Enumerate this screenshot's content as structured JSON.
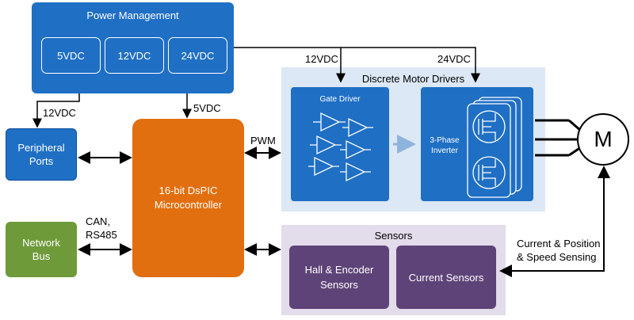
{
  "power": {
    "title": "Power Management",
    "rails": [
      "5VDC",
      "12VDC",
      "24VDC"
    ]
  },
  "peripheral": {
    "label": "Peripheral Ports"
  },
  "network": {
    "label": "Network Bus"
  },
  "mcu": {
    "line1": "16-bit DsPIC",
    "line2": "Microcontroller"
  },
  "drivers": {
    "title": "Discrete Motor Drivers",
    "gate_driver": "Gate Driver",
    "inverter_line1": "3-Phase",
    "inverter_line2": "Inverter"
  },
  "sensors": {
    "title": "Sensors",
    "hall_line1": "Hall & Encoder",
    "hall_line2": "Sensors",
    "current": "Current Sensors"
  },
  "motor": {
    "symbol": "M"
  },
  "links": {
    "v12_drv": "12VDC",
    "v24_drv": "24VDC",
    "v12_periph": "12VDC",
    "v5_mcu": "5VDC",
    "pwm": "PWM",
    "can_line1": "CAN,",
    "can_line2": "RS485",
    "feedback_line1": "Current & Position",
    "feedback_line2": "& Speed Sensing"
  },
  "colors": {
    "blue": "#1f6fc5",
    "orange": "#e26f0f",
    "green": "#6f9a3a",
    "purple": "#5e4378",
    "driver_panel": "#dce8f5",
    "sensor_panel": "#e3dcea"
  }
}
